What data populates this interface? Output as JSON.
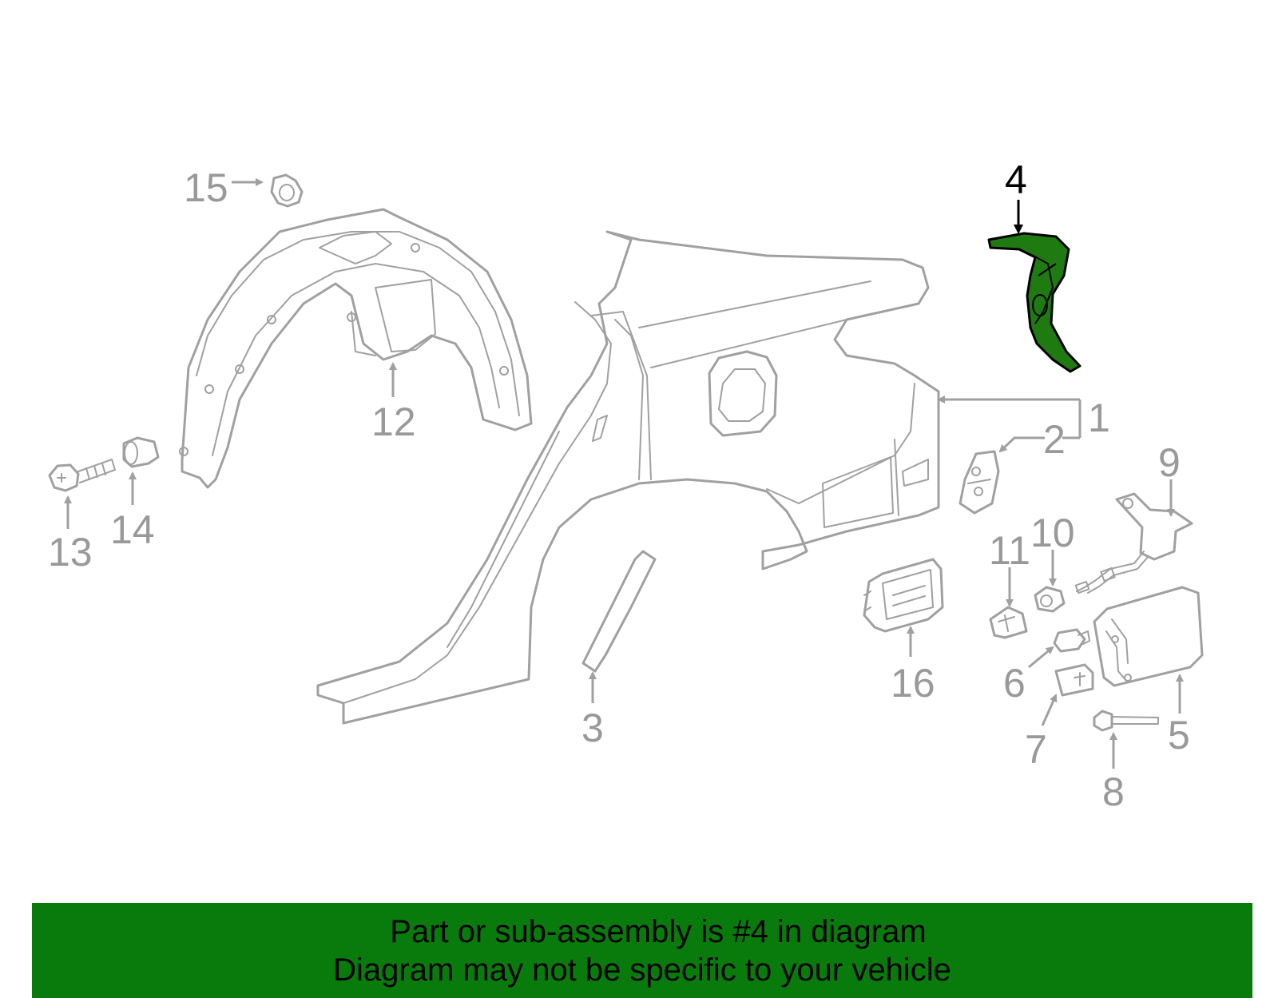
{
  "callouts": {
    "c1": "1",
    "c2": "2",
    "c3": "3",
    "c4": "4",
    "c5": "5",
    "c6": "6",
    "c7": "7",
    "c8": "8",
    "c9": "9",
    "c10": "10",
    "c11": "11",
    "c12": "12",
    "c13": "13",
    "c14": "14",
    "c15": "15",
    "c16": "16"
  },
  "highlight": {
    "part": "4",
    "color": "#1f7a12"
  },
  "banner": {
    "line1": "Part or sub-assembly is #4 in diagram",
    "line2": "Diagram may not be specific to your vehicle",
    "color": "#097b0d"
  }
}
